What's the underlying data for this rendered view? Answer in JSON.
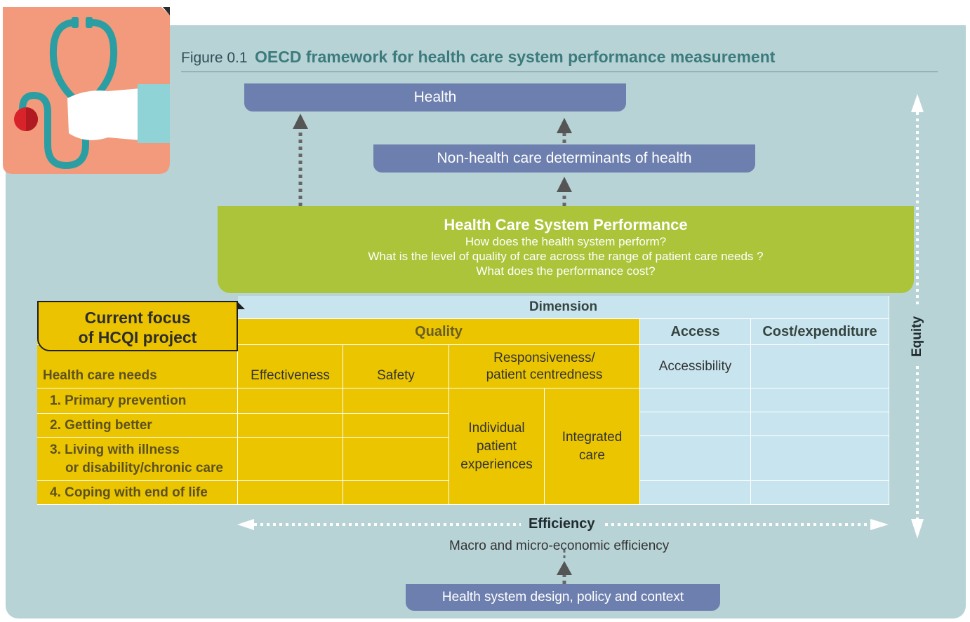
{
  "figure": {
    "prefix": "Figure 0.1",
    "title": "OECD framework for health care system performance measurement"
  },
  "boxes": {
    "health": "Health",
    "non_health": "Non-health care determinants of health",
    "design": "Health system design, policy and context"
  },
  "performance": {
    "heading": "Health Care System Performance",
    "line1": "How does the health system perform?",
    "line2": "What is the level of quality of care across the range of patient care needs ?",
    "line3": "What does the performance cost?"
  },
  "focus": {
    "line1": "Current focus",
    "line2": "of HCQI project"
  },
  "table": {
    "dimension": "Dimension",
    "quality": "Quality",
    "access": "Access",
    "cost": "Cost/expenditure",
    "needs_header": "Health care needs",
    "effectiveness": "Effectiveness",
    "safety": "Safety",
    "responsiveness_1": "Responsiveness/",
    "responsiveness_2": "patient centredness",
    "accessibility": "Accessibility",
    "individual_1": "Individual",
    "individual_2": "patient",
    "individual_3": "experiences",
    "integrated_1": "Integrated",
    "integrated_2": "care",
    "needs": [
      "1. Primary prevention",
      "2. Getting better",
      "3. Living with illness",
      "or disability/chronic care",
      "4. Coping with end of life"
    ]
  },
  "efficiency": {
    "label": "Efficiency",
    "sub": "Macro and micro-economic efficiency"
  },
  "equity": {
    "label": "Equity"
  },
  "colors": {
    "panel": "#b8d3d6",
    "blue_box": "#6d7fae",
    "green_box": "#abc43a",
    "quality_yellow": "#eac500",
    "access_blue": "#c8e5ef",
    "icon_bg": "#f29a7b"
  }
}
